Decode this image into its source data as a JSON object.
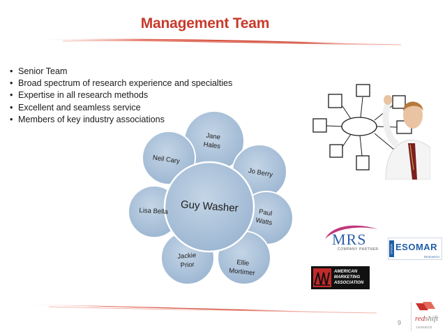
{
  "slide": {
    "title": "Management Team",
    "page_number": "9"
  },
  "bullets": [
    "Senior Team",
    "Broad spectrum of research experience and specialties",
    "Expertise in all research methods",
    "Excellent and seamless service",
    "Members of key industry associations"
  ],
  "team_diagram": {
    "center": "Guy Washer",
    "members": [
      {
        "name": "Jane Hales",
        "lines": [
          "Jane",
          "Hales"
        ]
      },
      {
        "name": "Jo Berry",
        "lines": [
          "Jo Berry"
        ]
      },
      {
        "name": "Paul Watts",
        "lines": [
          "Paul",
          "Watts"
        ]
      },
      {
        "name": "Ellie Mortimer",
        "lines": [
          "Ellie",
          "Mortimer"
        ]
      },
      {
        "name": "Jackie Prior",
        "lines": [
          "Jackie",
          "Prior"
        ]
      },
      {
        "name": "Lisa Bella",
        "lines": [
          "Lisa Bella"
        ]
      },
      {
        "name": "Neil Cary",
        "lines": [
          "Neil Cary"
        ]
      }
    ],
    "colors": {
      "fill": "#a9c0d8",
      "stroke": "#ffffff",
      "shadow": "#8aa6c3"
    }
  },
  "logos": {
    "mrs": {
      "name": "MRS",
      "sub": "COMPANY PARTNER"
    },
    "esomar": {
      "name": "ESOMAR",
      "side": "WORLD",
      "sub": "RESEARCH"
    },
    "ama": {
      "lines": [
        "AMERICAN",
        "MARKETING",
        "ASSOCIATION"
      ]
    },
    "redshift": {
      "red": "red",
      "shift": "shift",
      "research": "research"
    }
  },
  "colors": {
    "title": "#c73a2b",
    "swoosh": "#d2402f",
    "text": "#1a1a1a"
  }
}
